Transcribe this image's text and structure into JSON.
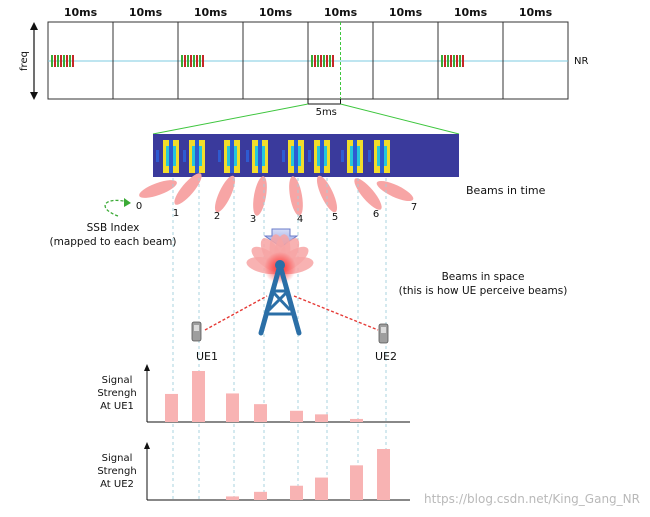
{
  "frames": {
    "labels": [
      "10ms",
      "10ms",
      "10ms",
      "10ms",
      "10ms",
      "10ms",
      "10ms",
      "10ms"
    ],
    "freq_label": "freq",
    "nr_label": "NR",
    "zoom_label": "5ms",
    "ssb_burst_frames": [
      0,
      2,
      4,
      6
    ]
  },
  "beams": {
    "time_label": "Beams in time",
    "indices": [
      "0",
      "1",
      "2",
      "3",
      "4",
      "5",
      "6",
      "7"
    ],
    "ssb_index_label_line1": "SSB Index",
    "ssb_index_label_line2": "(mapped to each beam)",
    "space_label_line1": "Beams in space",
    "space_label_line2": "(this is how UE perceive beams)"
  },
  "ues": [
    "UE1",
    "UE2"
  ],
  "signal_charts": [
    {
      "label_lines": [
        "Signal",
        "Strengh",
        "At UE1"
      ],
      "bar_levels": [
        0.55,
        1.0,
        0.56,
        0.35,
        0.22,
        0.15,
        0.06,
        0.0
      ]
    },
    {
      "label_lines": [
        "Signal",
        "Strengh",
        "At UE2"
      ],
      "bar_levels": [
        0.0,
        0.0,
        0.07,
        0.16,
        0.28,
        0.44,
        0.68,
        1.0
      ]
    }
  ],
  "watermark": "https://blog.csdn.net/King_Gang_NR",
  "colors": {
    "frame_border": "#333333",
    "freq_line": "#7ecbe0",
    "ssb_green": "#3aaa35",
    "ssb_red": "#c62828",
    "zoom_lines": "#3ec63e",
    "burst_bg": "#3a3a9c",
    "block_yellow": "#f2dd2a",
    "block_cyan": "#26c6da",
    "block_blue": "#2e5bd1",
    "beam_fill": "#f7a5a5",
    "tower": "#2b6fa7",
    "tower_top": "#e53935",
    "arrow": "#a9b6ea",
    "bar_fill": "#f8b3b3"
  }
}
